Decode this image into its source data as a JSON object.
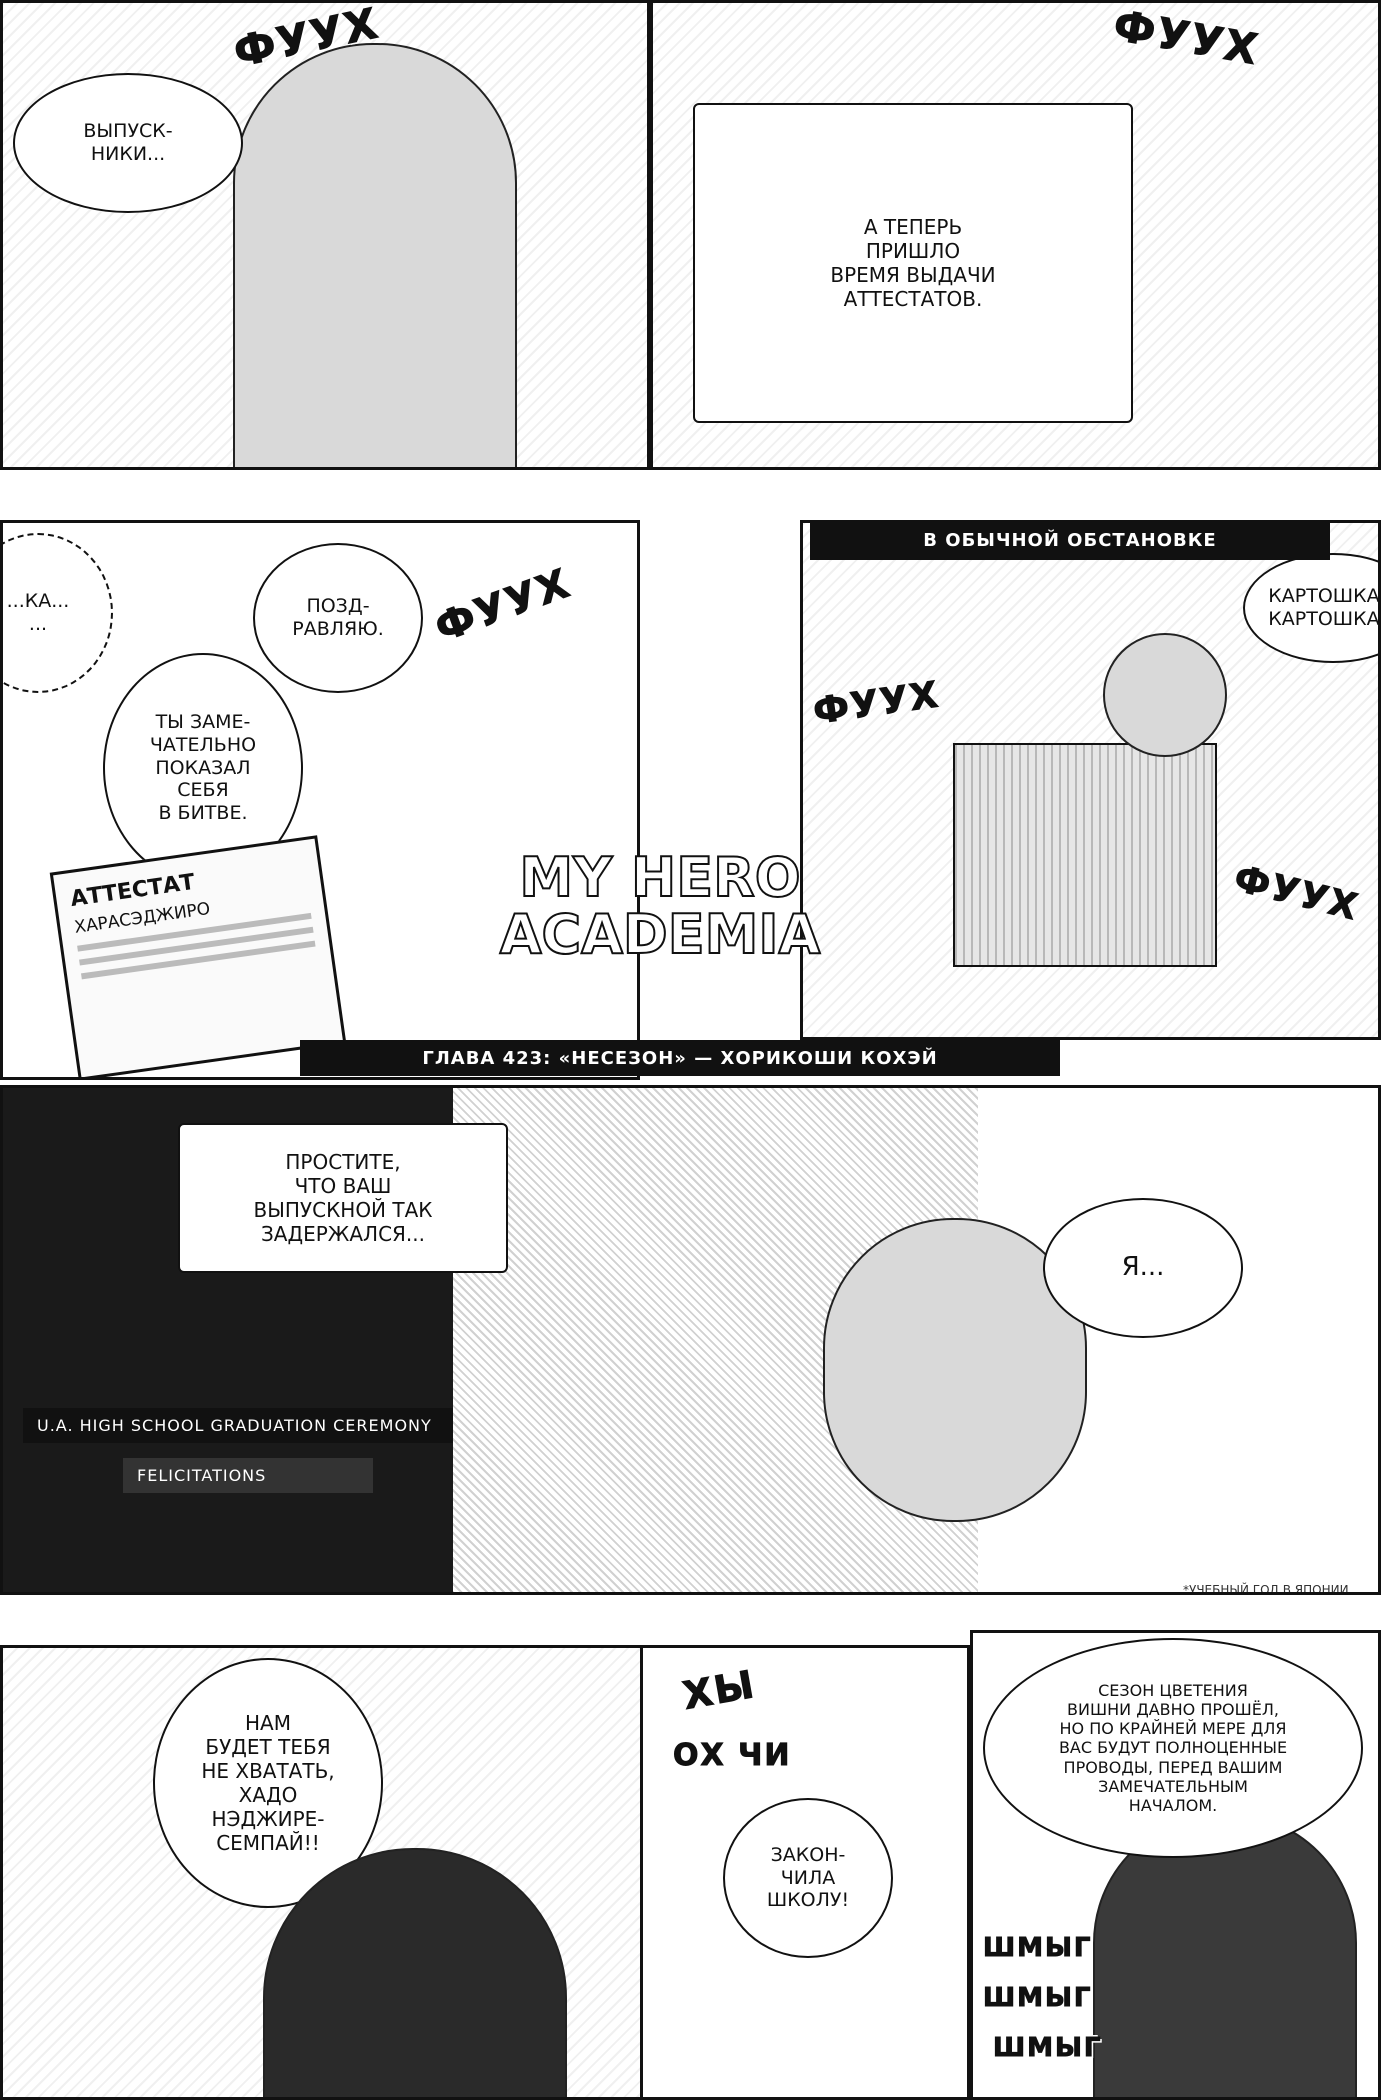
{
  "top_left": {
    "sfx_fuu": "ФУУХ",
    "bubble_graduates": "ВЫПУСК-\nНИКИ..."
  },
  "top_right": {
    "sfx_fuu": "ФУУХ",
    "bubble_certificates": "А ТЕПЕРЬ\nПРИШЛО\nВРЕМЯ ВЫДАЧИ\nАТТЕСТАТОВ."
  },
  "middle_left": {
    "bubble_cut": "...КА...\n...",
    "bubble_congrats": "ПОЗД-\nРАВЛЯЮ.",
    "bubble_battle": "ТЫ ЗАМЕ-\nЧАТЕЛЬНО\nПОКАЗАЛ\nСЕБЯ\nВ БИТВЕ.",
    "sfx_fuu": "ФУУХ",
    "certificate_title": "АТТЕСТАТ",
    "certificate_name": "ХАРАСЭДЖИРО"
  },
  "middle_right": {
    "caption": "В ОБЫЧНОЙ ОБСТАНОВКЕ",
    "bubble_cards": "КАРТОШКА...\nКАРТОШКА...",
    "sfx_fuu_a": "ФУУХ",
    "sfx_fuu_b": "ФУУХ"
  },
  "logo": {
    "text": "MY HERO\nACADEMIA"
  },
  "credits_bar": "ГЛАВА 423: «НЕСЕЗОН» — ХОРИКОШИ КОХЭЙ",
  "lower_panel": {
    "narration": "ПРОСТИТЕ,\nЧТО ВАШ\nВЫПУСКНОЙ ТАК\nЗАДЕРЖАЛСЯ...",
    "banner": "U.A. HIGH SCHOOL GRADUATION CEREMONY",
    "banner_sub": "FELICITATIONS",
    "bubble_i": "Я...",
    "footnote": "*УЧЕБНЫЙ ГОД В ЯПОНИИ ИДЁТ С НАЧАЛА АПРЕЛЯ ПО КОНЕЦ МАРТА"
  },
  "bottom_left": {
    "bubble_miss": "НАМ\nБУДЕТ ТЕБЯ\nНЕ ХВАТАТЬ,\nХАДО\nНЭДЖИРЕ-\nСЕМПАЙ!!"
  },
  "bottom_middle": {
    "sfx_sob": "ХЫ",
    "sfx_sob2": "ОХ ЧИ",
    "bubble_finished": "ЗАКОН-\nЧИЛА\nШКОЛУ!"
  },
  "bottom_right": {
    "bubble_season": "СЕЗОН ЦВЕТЕНИЯ\nВИШНИ ДАВНО ПРОШЁЛ,\nНО ПО КРАЙНЕЙ МЕРЕ ДЛЯ\nВАС БУДУТ ПОЛНОЦЕННЫЕ\nПРОВОДЫ, ПЕРЕД ВАШИМ\nЗАМЕЧАТЕЛЬНЫМ\nНАЧАЛОМ.",
    "sfx_sob_a": "ШМЫГ",
    "sfx_sob_b": "ШМЫГ",
    "sfx_sob_c": "ШМЫГ"
  }
}
